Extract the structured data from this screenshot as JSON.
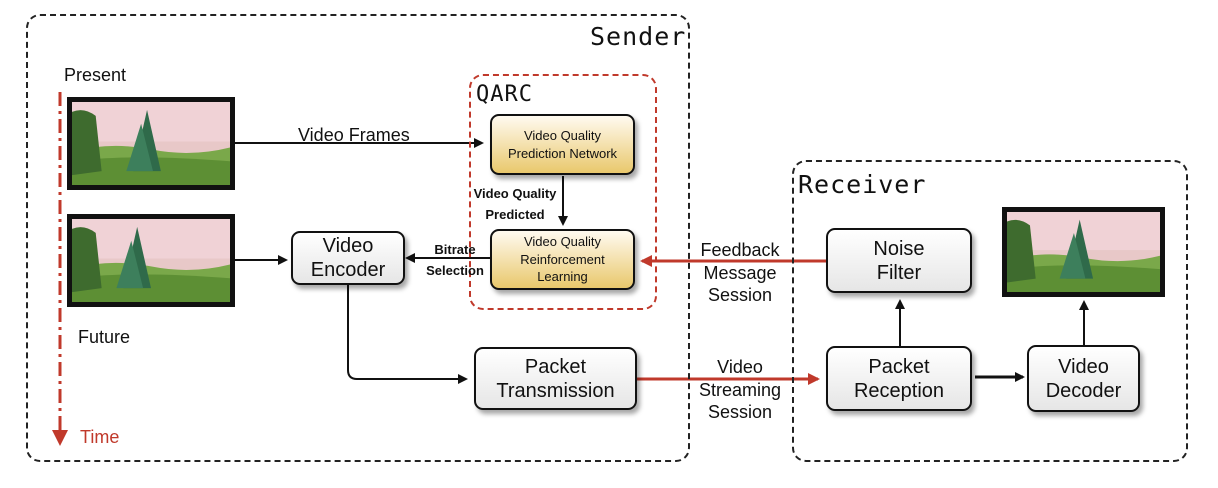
{
  "groups": {
    "sender": "Sender",
    "qarc": "QARC",
    "receiver": "Receiver"
  },
  "boxes": {
    "vqpn": "Video Quality\nPrediction Network",
    "vqrl": "Video Quality\nReinforcement\nLearning",
    "video_encoder": "Video\nEncoder",
    "packet_transmission": "Packet\nTransmission",
    "noise_filter": "Noise\nFilter",
    "packet_reception": "Packet\nReception",
    "video_decoder": "Video\nDecoder"
  },
  "labels": {
    "present": "Present",
    "future": "Future",
    "time": "Time",
    "video_frames": "Video Frames",
    "video_quality_predicted": "Video Quality\nPredicted",
    "bitrate_selection": "Bitrate\nSelection",
    "feedback_message_session": "Feedback\nMessage\nSession",
    "video_streaming_session": "Video\nStreaming\nSession"
  },
  "colors": {
    "accent_red": "#c0392b",
    "qarc_border": "#c0392b",
    "gold_fill": "#e9c86c",
    "line": "#111111"
  },
  "icons": {
    "thumbnails": "landscape-video-frame-icon"
  }
}
